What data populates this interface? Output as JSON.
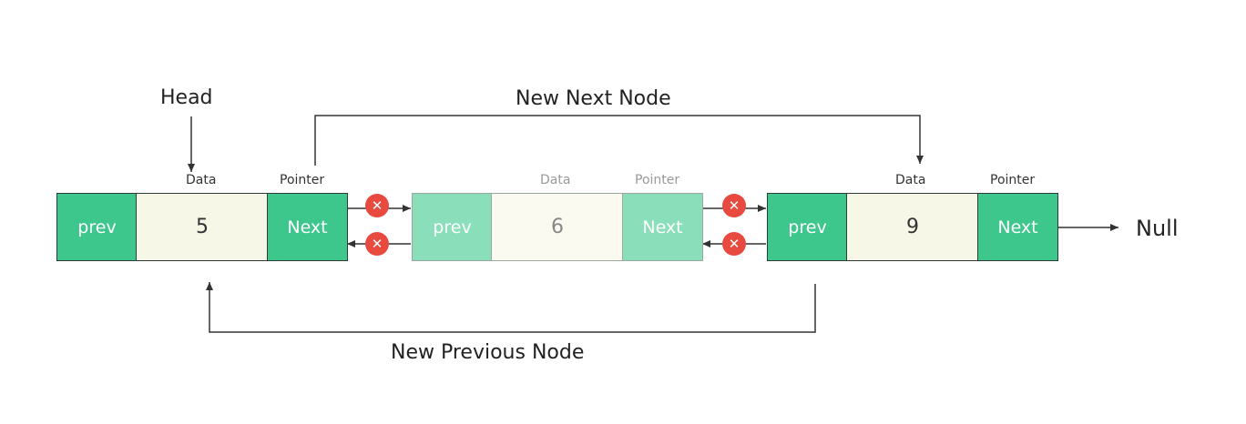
{
  "labels": {
    "head": "Head",
    "new_next_node": "New Next Node",
    "new_previous_node": "New Previous Node",
    "null": "Null"
  },
  "nodes": [
    {
      "prev": "prev",
      "data": "5",
      "next": "Next",
      "data_caption": "Data",
      "pointer_caption": "Pointer"
    },
    {
      "prev": "prev",
      "data": "6",
      "next": "Next",
      "data_caption": "Data",
      "pointer_caption": "Pointer"
    },
    {
      "prev": "prev",
      "data": "9",
      "next": "Next",
      "data_caption": "Data",
      "pointer_caption": "Pointer"
    }
  ],
  "removed_link_icon": "cross-icon",
  "colors": {
    "pointer_cell": "#3ec78d",
    "data_cell": "#f7f7e8",
    "removed_marker": "#e84a3f",
    "line": "#333333"
  }
}
